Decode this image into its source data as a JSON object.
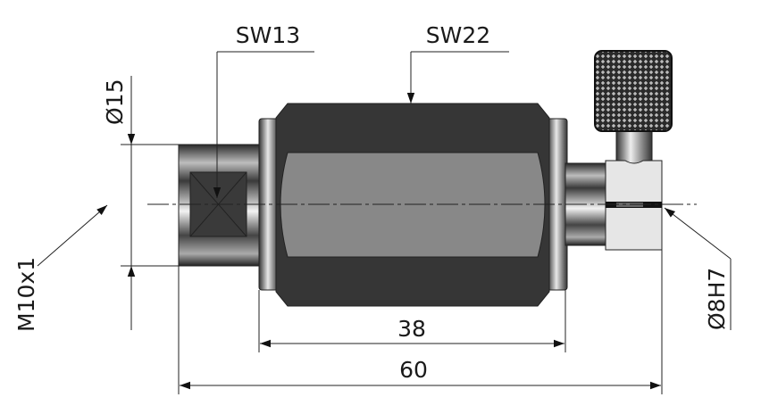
{
  "labels": {
    "sw13": "SW13",
    "sw22": "SW22",
    "dia15": "Ø15",
    "thread": "M10x1",
    "bore": "Ø8H7",
    "len38": "38",
    "len60": "60"
  },
  "colors": {
    "body_dark": "#363636",
    "body_face": "#888888",
    "clamp": "#e6e6e6"
  }
}
